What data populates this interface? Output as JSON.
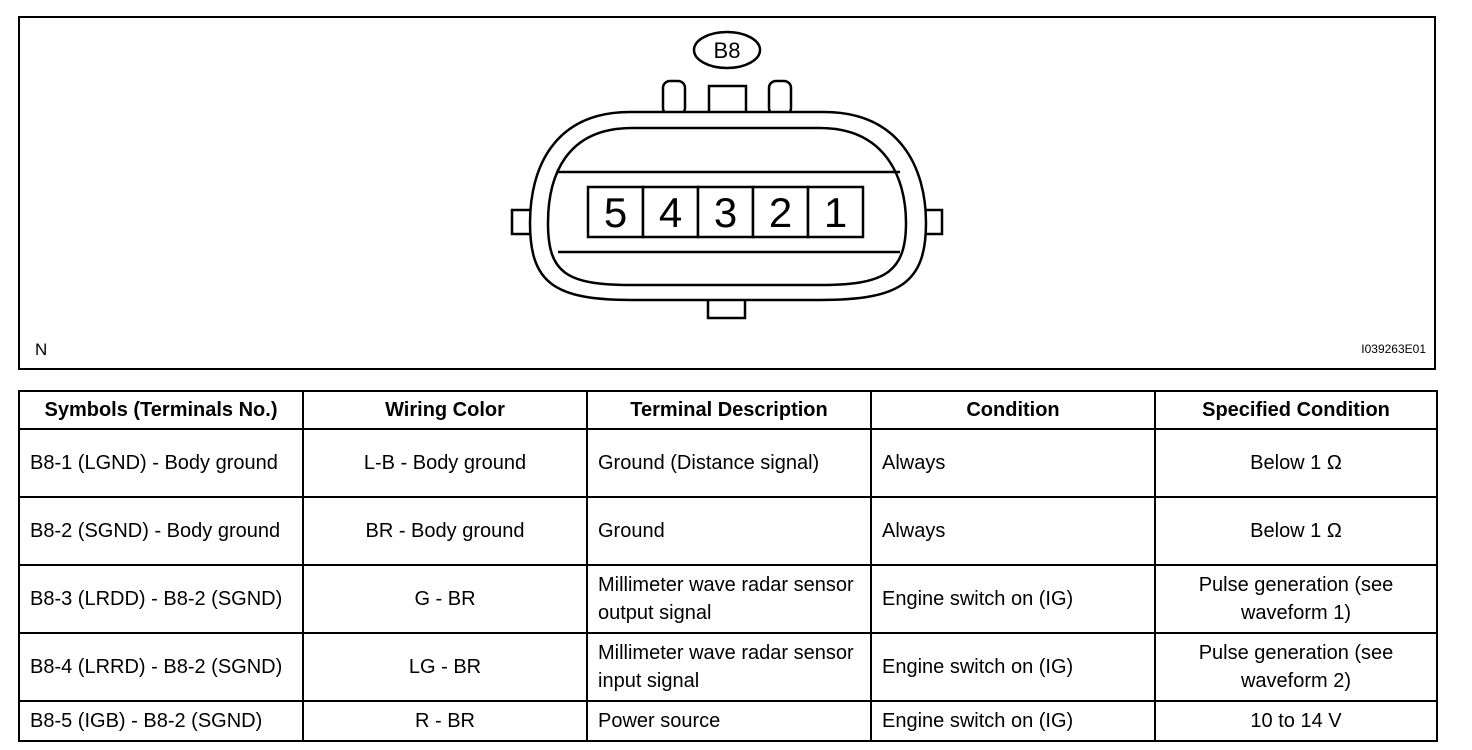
{
  "figure": {
    "connector_label": "B8",
    "pins": [
      "5",
      "4",
      "3",
      "2",
      "1"
    ],
    "corner_letter": "N",
    "figure_id": "I039263E01"
  },
  "table": {
    "headers": [
      "Symbols (Terminals No.)",
      "Wiring Color",
      "Terminal Description",
      "Condition",
      "Specified Condition"
    ],
    "rows": [
      [
        "B8-1 (LGND) - Body ground",
        "L-B - Body ground",
        "Ground (Distance signal)",
        "Always",
        "Below 1 Ω"
      ],
      [
        "B8-2 (SGND) - Body ground",
        "BR - Body ground",
        "Ground",
        "Always",
        "Below 1 Ω"
      ],
      [
        "B8-3 (LRDD) - B8-2 (SGND)",
        "G - BR",
        "Millimeter wave radar sensor output signal",
        "Engine switch on (IG)",
        "Pulse generation (see waveform 1)"
      ],
      [
        "B8-4 (LRRD) - B8-2 (SGND)",
        "LG - BR",
        "Millimeter wave radar sensor input signal",
        "Engine switch on (IG)",
        "Pulse generation (see waveform 2)"
      ],
      [
        "B8-5 (IGB) - B8-2 (SGND)",
        "R - BR",
        "Power source",
        "Engine switch on (IG)",
        "10 to 14 V"
      ]
    ]
  }
}
